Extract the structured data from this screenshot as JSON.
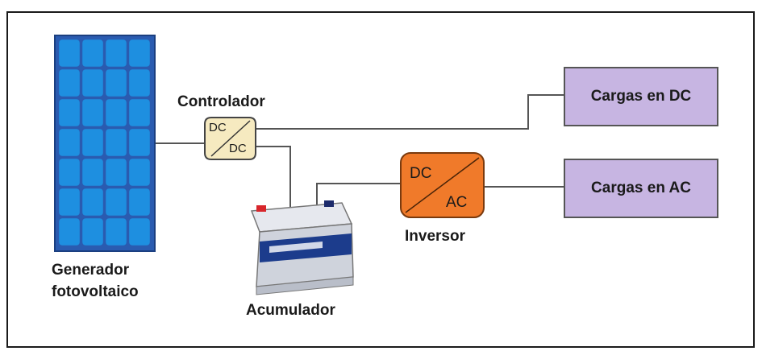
{
  "controller": {
    "label": "Controlador",
    "top_text": "DC",
    "bottom_text": "DC"
  },
  "generator": {
    "label_line1": "Generador",
    "label_line2": "fotovoltaico"
  },
  "battery": {
    "label": "Acumulador"
  },
  "inverter": {
    "label": "Inversor",
    "top_text": "DC",
    "bottom_text": "AC"
  },
  "loads": {
    "dc": "Cargas en DC",
    "ac": "Cargas en AC"
  },
  "colors": {
    "panel_cell": "#1e8fe0",
    "panel_frame": "#2a5bb0",
    "controller_fill": "#f6eac0",
    "inverter_fill": "#f07a2a",
    "load_fill": "#c7b5e2",
    "wire": "#555555"
  }
}
